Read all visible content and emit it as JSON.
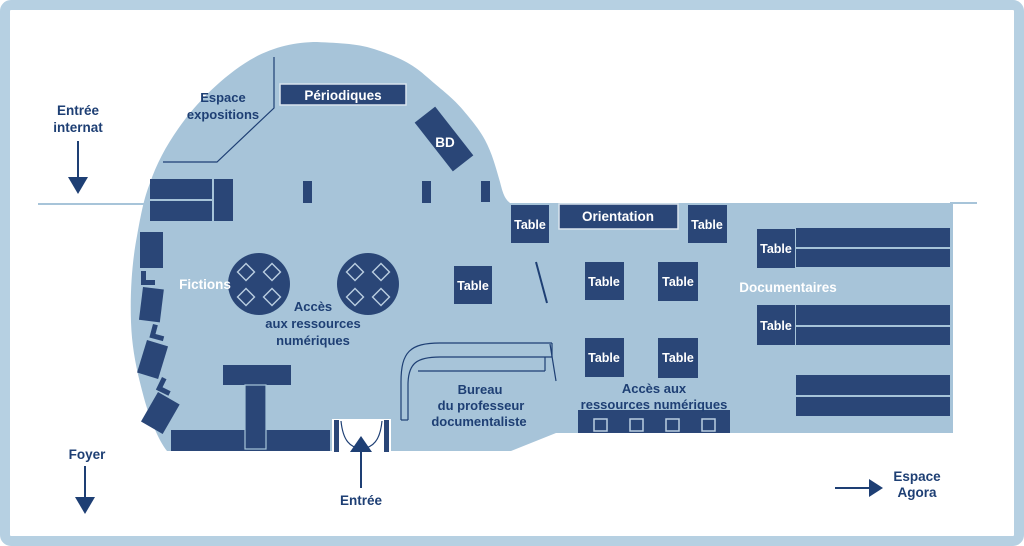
{
  "colors": {
    "navy": "#2a4677",
    "navy_text": "#1e3f74",
    "floor": "#a7c4d9",
    "frame": "#b6d0e2",
    "sign_border": "#d9e4ee",
    "diamond": "#b9cde0"
  },
  "plan": {
    "entrances": {
      "internat": {
        "line1": "Entrée",
        "line2": "internat"
      },
      "main": {
        "label": "Entrée"
      },
      "foyer": {
        "label": "Foyer"
      },
      "agora": {
        "line1": "Espace",
        "line2": "Agora"
      }
    },
    "zones": {
      "expositions": {
        "line1": "Espace",
        "line2": "expositions"
      },
      "periodiques": {
        "label": "Périodiques"
      },
      "bd": {
        "label": "BD"
      },
      "orientation": {
        "label": "Orientation"
      },
      "fictions": {
        "label": "Fictions"
      },
      "documentaires": {
        "label": "Documentaires"
      },
      "acces_numeriques_ouest": {
        "line1": "Accès",
        "line2": "aux ressources",
        "line3": "numériques"
      },
      "acces_numeriques_est": {
        "line1": "Accès aux",
        "line2": "ressources numériques"
      },
      "bureau": {
        "line1": "Bureau",
        "line2": "du professeur",
        "line3": "documentaliste"
      }
    },
    "table_label": "Table"
  }
}
